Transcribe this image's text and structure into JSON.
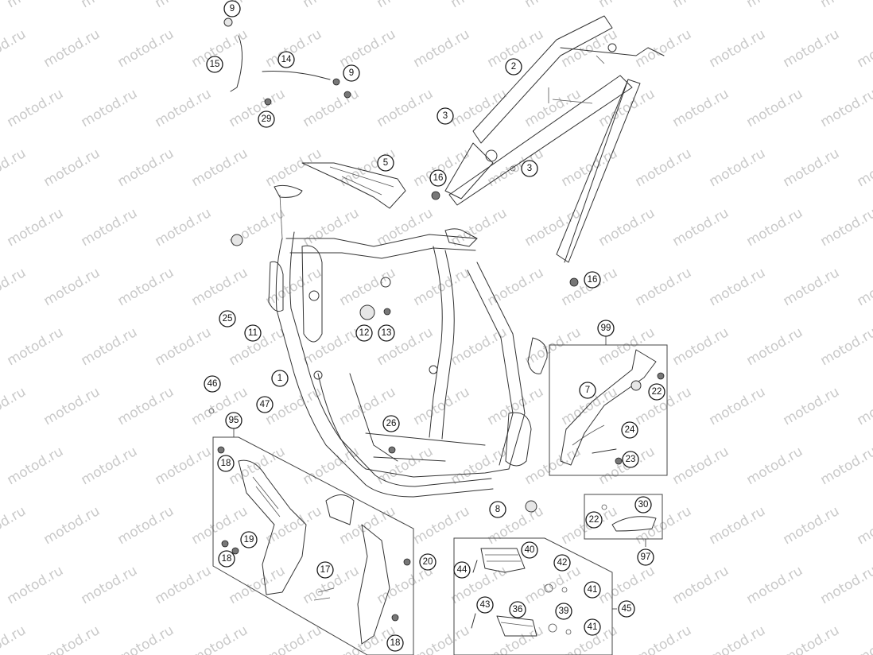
{
  "watermark": {
    "text": "motod.ru"
  },
  "callouts": [
    {
      "label": "9"
    },
    {
      "label": "15"
    },
    {
      "label": "14"
    },
    {
      "label": "9"
    },
    {
      "label": "29"
    },
    {
      "label": "2"
    },
    {
      "label": "3"
    },
    {
      "label": "3"
    },
    {
      "label": "5"
    },
    {
      "label": "16"
    },
    {
      "label": "16"
    },
    {
      "label": "25"
    },
    {
      "label": "11"
    },
    {
      "label": "12"
    },
    {
      "label": "13"
    },
    {
      "label": "99"
    },
    {
      "label": "1"
    },
    {
      "label": "7"
    },
    {
      "label": "22"
    },
    {
      "label": "46"
    },
    {
      "label": "47"
    },
    {
      "label": "95"
    },
    {
      "label": "26"
    },
    {
      "label": "24"
    },
    {
      "label": "23"
    },
    {
      "label": "18"
    },
    {
      "label": "8"
    },
    {
      "label": "30"
    },
    {
      "label": "22"
    },
    {
      "label": "19"
    },
    {
      "label": "18"
    },
    {
      "label": "20"
    },
    {
      "label": "40"
    },
    {
      "label": "97"
    },
    {
      "label": "17"
    },
    {
      "label": "44"
    },
    {
      "label": "42"
    },
    {
      "label": "41"
    },
    {
      "label": "43"
    },
    {
      "label": "36"
    },
    {
      "label": "39"
    },
    {
      "label": "45"
    },
    {
      "label": "41"
    },
    {
      "label": "18"
    }
  ]
}
